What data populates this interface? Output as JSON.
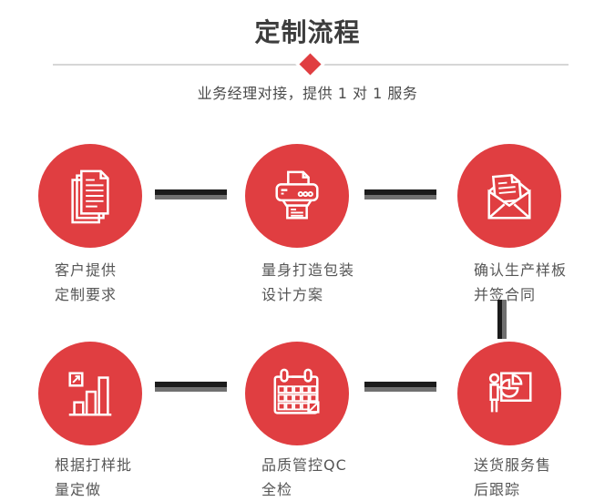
{
  "header": {
    "title": "定制流程",
    "subtitle": "业务经理对接，提供 1 对 1 服务"
  },
  "steps": [
    {
      "icon": "documents-icon",
      "label_line1": "客户提供",
      "label_line2": "定制要求"
    },
    {
      "icon": "printer-icon",
      "label_line1": "量身打造包装",
      "label_line2": "设计方案"
    },
    {
      "icon": "envelope-icon",
      "label_line1": "确认生产样板",
      "label_line2": "并签合同"
    },
    {
      "icon": "bar-chart-icon",
      "label_line1": "根据打样批",
      "label_line2": "量定做"
    },
    {
      "icon": "calendar-icon",
      "label_line1": "品质管控QC",
      "label_line2": "全检"
    },
    {
      "icon": "presenter-icon",
      "label_line1": "送货服务售",
      "label_line2": "后跟踪"
    }
  ],
  "colors": {
    "accent_red": "#e03e41",
    "connector_dark": "#1b1b1b",
    "connector_gray": "#707070",
    "title_text": "#3d3d3d",
    "subtitle_text": "#4b4b4b",
    "label_text": "#565656",
    "divider": "#d6d6d6",
    "icon_stroke": "#ffffff"
  }
}
